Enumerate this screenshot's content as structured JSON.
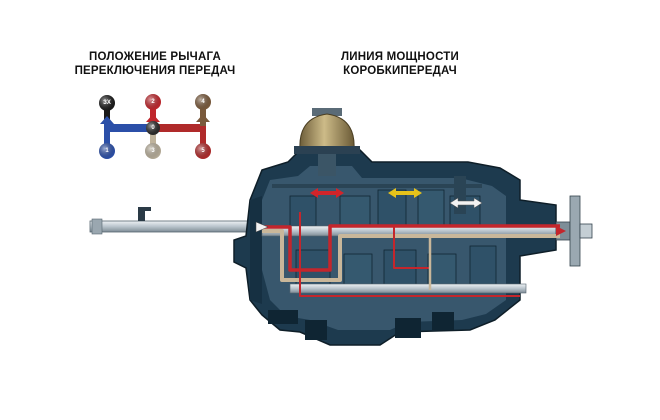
{
  "titles": {
    "shift_pattern": {
      "line1": "ПОЛОЖЕНИЕ РЫЧАГА",
      "line2": "ПЕРЕКЛЮЧЕНИЯ ПЕРЕДАЧ"
    },
    "power_flow": {
      "line1": "ЛИНИЯ МОЩНОСТИ",
      "line2": "КОРОБКИПЕРЕДАЧ"
    }
  },
  "shift_pattern": {
    "positions": [
      {
        "id": "R",
        "label": "ЗХ",
        "color": "#1a1a1a"
      },
      {
        "id": "2",
        "label": "2",
        "color": "#c0262c"
      },
      {
        "id": "4",
        "label": "4",
        "color": "#7a5a3c"
      },
      {
        "id": "1",
        "label": "1",
        "color": "#2b4fa8"
      },
      {
        "id": "3",
        "label": "3",
        "color": "#b8ae9a"
      },
      {
        "id": "5",
        "label": "5",
        "color": "#b02a2a"
      },
      {
        "id": "N",
        "label": "0",
        "color": "#2a2a2a"
      }
    ]
  },
  "colors": {
    "housing": "#1d3a4e",
    "housing_light": "#4f6f86",
    "shaft": "#cfd8df",
    "flow_red": "#c4262c",
    "flow_beige": "#c9b79a",
    "arrow_red": "#d2242a",
    "arrow_yellow": "#e6c21a",
    "cap_bronze": "#a89566"
  }
}
